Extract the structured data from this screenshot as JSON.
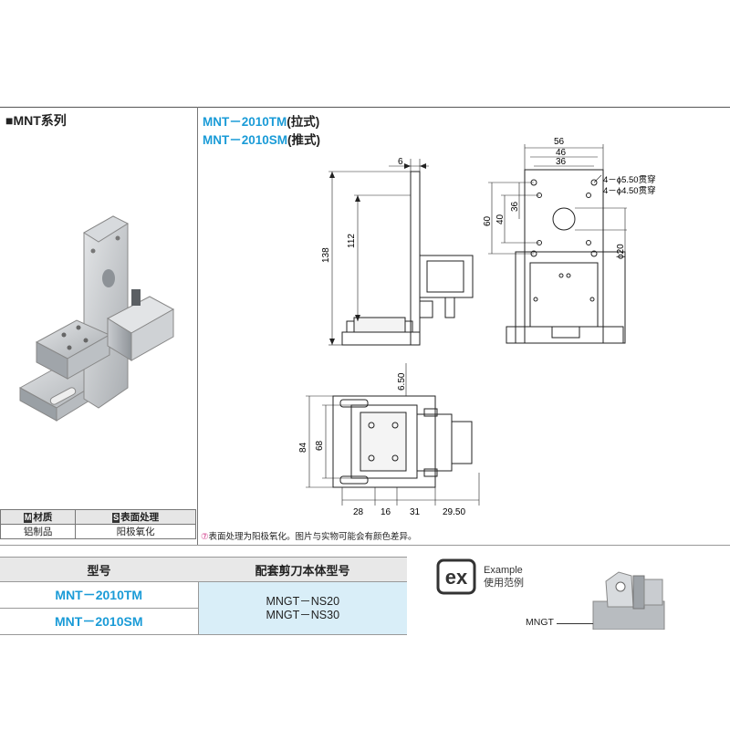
{
  "section": {
    "title": "■MNT系列"
  },
  "models_header": [
    {
      "code": "MNT－2010TM",
      "mode": "(拉式)"
    },
    {
      "code": "MNT－2010SM",
      "mode": "(推式)"
    }
  ],
  "drawing": {
    "dims_side": {
      "d6": "6",
      "d138": "138",
      "d112": "112"
    },
    "dims_front": {
      "d56": "56",
      "d46": "46",
      "d36w": "36",
      "d36h": "36",
      "d60": "60",
      "d40": "40",
      "d20": "ϕ20",
      "hole1": "4－ϕ5.50贯穿",
      "hole2": "4－ϕ4.50贯穿"
    },
    "dims_top": {
      "d6_50": "6.50",
      "d84": "84",
      "d68": "68",
      "d28": "28",
      "d16": "16",
      "d31": "31",
      "d29_50": "29.50"
    }
  },
  "spec_table": {
    "headers": [
      {
        "tag": "M",
        "label": "材质"
      },
      {
        "tag": "S",
        "label": "表面处理"
      }
    ],
    "values": [
      "铝制品",
      "阳极氧化"
    ]
  },
  "note": {
    "mark": "⑦",
    "text": "表面处理为阳极氧化。图片与实物可能会有颜色差异。"
  },
  "bottom_table": {
    "headers": [
      "型号",
      "配套剪刀本体型号"
    ],
    "models": [
      "MNT－2010TM",
      "MNT－2010SM"
    ],
    "matches": [
      "MNGT－NS20",
      "MNGT－NS30"
    ]
  },
  "example": {
    "badge": "ex",
    "label_en": "Example",
    "label_cn": "使用范例",
    "part_label": "MNGT"
  }
}
